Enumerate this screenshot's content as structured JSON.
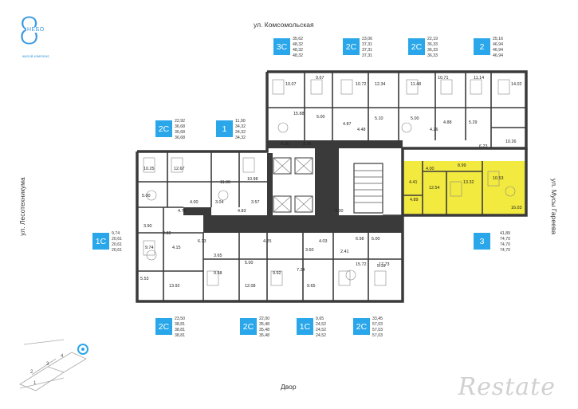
{
  "logo": {
    "digit": "8",
    "word": "НЕБО",
    "subtitle": "жилой комплекс"
  },
  "streets": {
    "top": "ул. Комсомольская",
    "left": "ул. Лесотехникума",
    "right": "ул. Мусы Гареева",
    "bottom": "Двор"
  },
  "apartments": [
    {
      "type": "3С",
      "areas": [
        "35,62",
        "48,32",
        "48,32",
        "48,32"
      ]
    },
    {
      "type": "2С",
      "areas": [
        "23,06",
        "37,31",
        "37,31",
        "37,31"
      ]
    },
    {
      "type": "2С",
      "areas": [
        "22,19",
        "36,33",
        "36,33",
        "36,33"
      ]
    },
    {
      "type": "2",
      "areas": [
        "25,16",
        "46,94",
        "46,94",
        "46,94"
      ]
    },
    {
      "type": "2С",
      "areas": [
        "22,92",
        "36,68",
        "36,68",
        "36,68"
      ]
    },
    {
      "type": "1",
      "areas": [
        "11,90",
        "34,32",
        "34,32",
        "34,32"
      ]
    },
    {
      "type": "1С",
      "areas": [
        "9,74",
        "20,61",
        "20,61",
        "20,61"
      ]
    },
    {
      "type": "3",
      "areas": [
        "41,89",
        "74,70",
        "74,70",
        "74,70"
      ]
    },
    {
      "type": "2С",
      "areas": [
        "23,50",
        "38,81",
        "38,81",
        "38,81"
      ]
    },
    {
      "type": "2С",
      "areas": [
        "22,00",
        "35,48",
        "35,48",
        "35,48"
      ]
    },
    {
      "type": "1С",
      "areas": [
        "9,65",
        "24,52",
        "24,52",
        "24,52"
      ]
    },
    {
      "type": "2С",
      "areas": [
        "33,45",
        "57,03",
        "57,03",
        "57,03"
      ]
    }
  ],
  "room_labels": [
    "10.07",
    "9.67",
    "10.72",
    "12.34",
    "11.48",
    "10.71",
    "11.14",
    "14.02",
    "15.88",
    "5.00",
    "4.87",
    "4.48",
    "5.10",
    "5.00",
    "4.26",
    "4.88",
    "5.29",
    "4.35",
    "3.35",
    "6.23",
    "10.26",
    "10.25",
    "12.67",
    "11.90",
    "10.98",
    "5.00",
    "4.00",
    "4.76",
    "3.04",
    "4.83",
    "3.57",
    "4.00",
    "8.99",
    "10.53",
    "4.41",
    "12.54",
    "13.32",
    "4.89",
    "16.03",
    "3.90",
    "2.82",
    "6.13",
    "4.25",
    "4.03",
    "6.98",
    "4.00",
    "5.00",
    "9.74",
    "4.15",
    "3.65",
    "5.00",
    "3.60",
    "2.41",
    "5.19",
    "5.53",
    "9.58",
    "12.08",
    "9.92",
    "7.24",
    "15.72",
    "17.73",
    "13.92",
    "9.65"
  ],
  "minimap": {
    "numbers": [
      "1",
      "2",
      "3",
      "4"
    ]
  },
  "watermark": "Restate",
  "colors": {
    "accent": "#2aa7ea",
    "highlight": "#f3ea3f",
    "wall": "#3a3a3a"
  }
}
